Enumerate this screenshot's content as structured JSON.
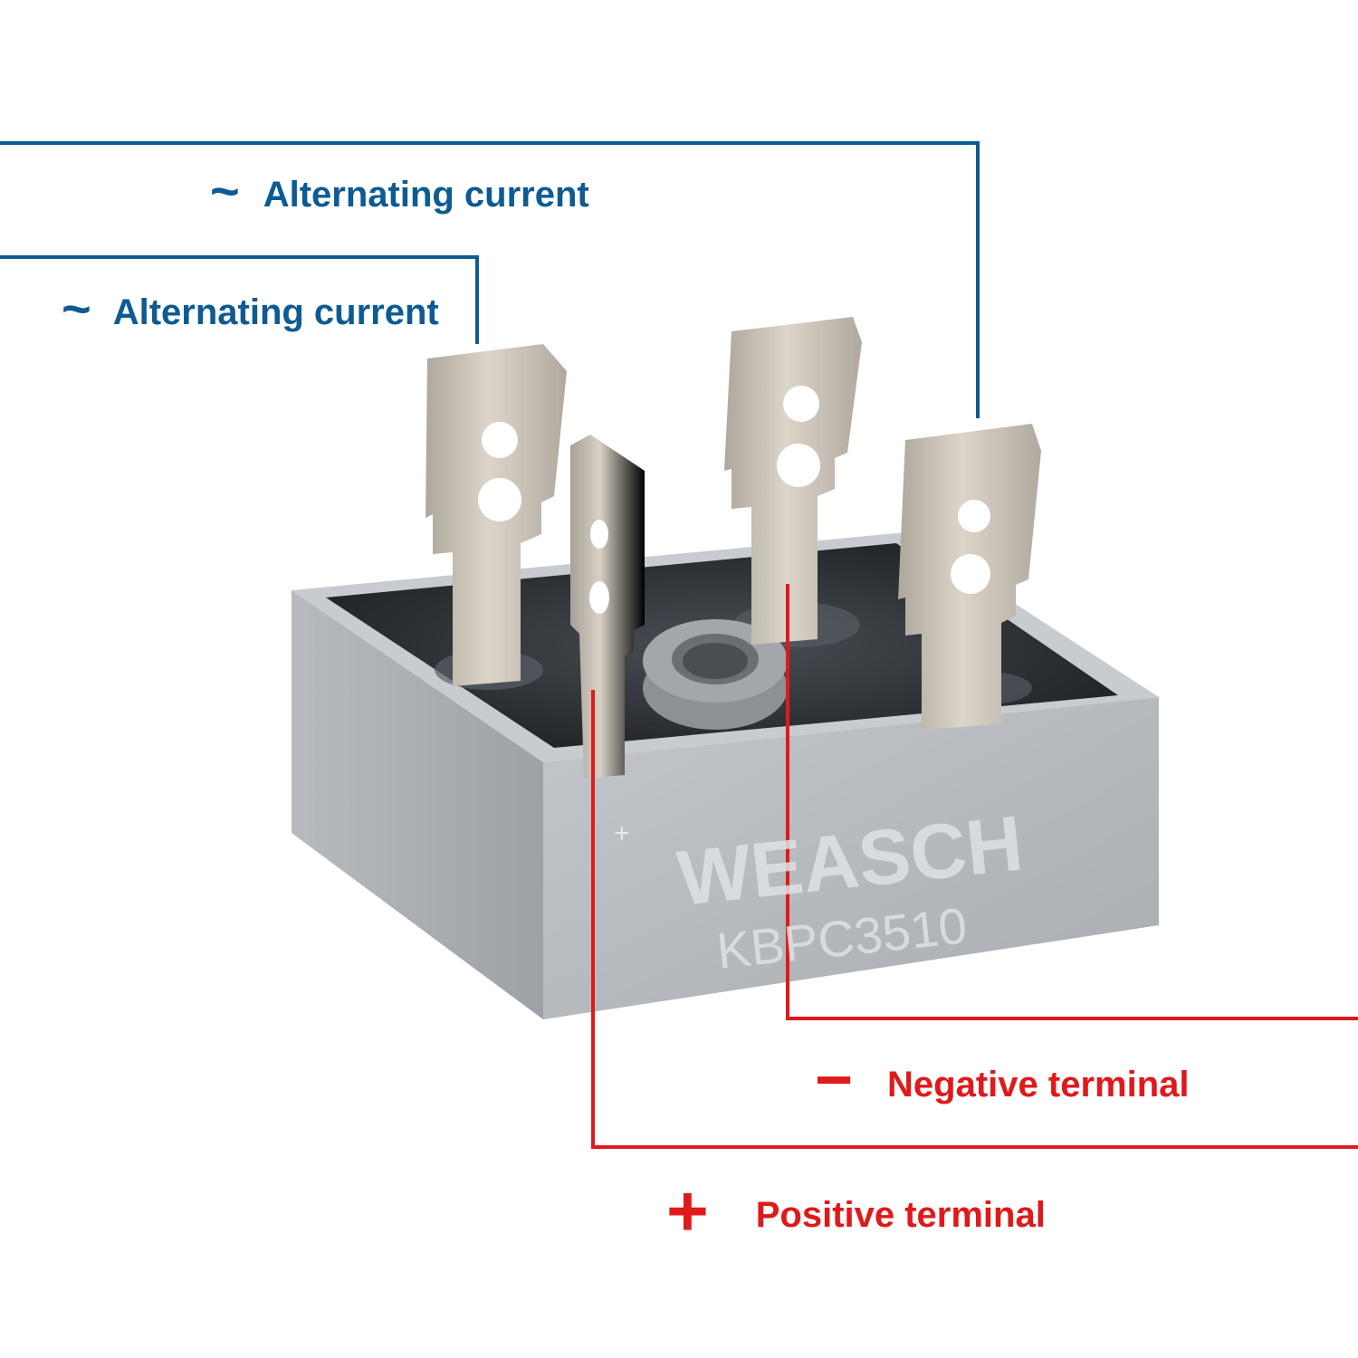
{
  "colors": {
    "ac_line": "#0d5b92",
    "dc_line": "#e0191b",
    "body_metal": "#b9bdc1",
    "terminal_metal": "#c9c1b6",
    "epoxy": "#2b2f33"
  },
  "labels": {
    "ac_top": {
      "symbol": "~",
      "text": "Alternating current"
    },
    "ac_second": {
      "symbol": "~",
      "text": "Alternating current"
    },
    "negative": {
      "symbol": "−",
      "text": "Negative  terminal"
    },
    "positive": {
      "symbol": "+",
      "text": "Positive terminal"
    }
  },
  "component": {
    "brand": "WEASCH",
    "model": "KBPC3510",
    "plus_mark": "+"
  }
}
